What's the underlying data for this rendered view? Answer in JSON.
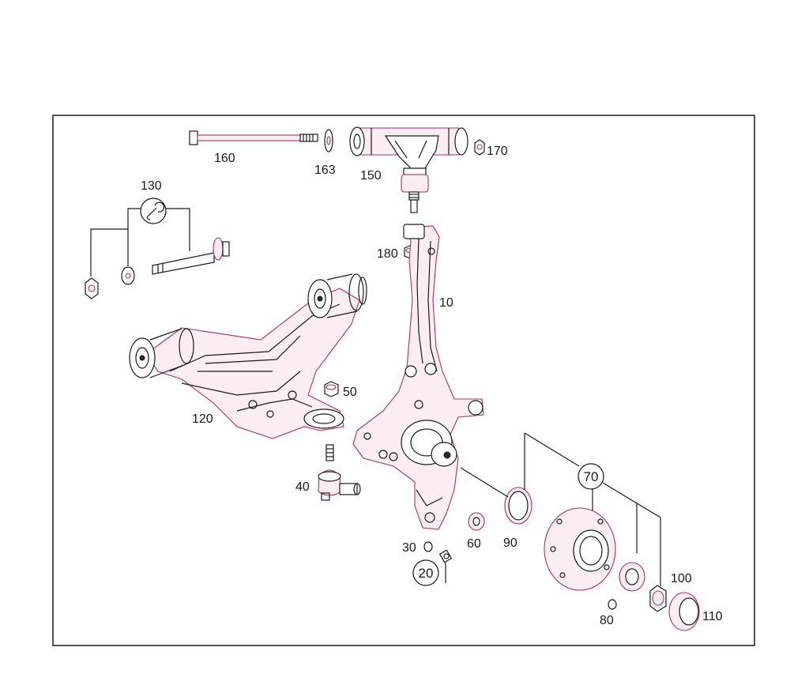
{
  "diagram": {
    "parts": [
      {
        "id": "p10",
        "label": "10"
      },
      {
        "id": "p20",
        "label": "20"
      },
      {
        "id": "p30",
        "label": "30"
      },
      {
        "id": "p40",
        "label": "40"
      },
      {
        "id": "p50",
        "label": "50"
      },
      {
        "id": "p60",
        "label": "60"
      },
      {
        "id": "p70",
        "label": "70"
      },
      {
        "id": "p80",
        "label": "80"
      },
      {
        "id": "p90",
        "label": "90"
      },
      {
        "id": "p100",
        "label": "100"
      },
      {
        "id": "p110",
        "label": "110"
      },
      {
        "id": "p120",
        "label": "120"
      },
      {
        "id": "p130",
        "label": "130"
      },
      {
        "id": "p150",
        "label": "150"
      },
      {
        "id": "p160",
        "label": "160"
      },
      {
        "id": "p163",
        "label": "163"
      },
      {
        "id": "p170",
        "label": "170"
      },
      {
        "id": "p180",
        "label": "180"
      }
    ],
    "colors": {
      "line": "#1a1a1a",
      "accent": "#b0305a",
      "background": "#ffffff"
    }
  }
}
